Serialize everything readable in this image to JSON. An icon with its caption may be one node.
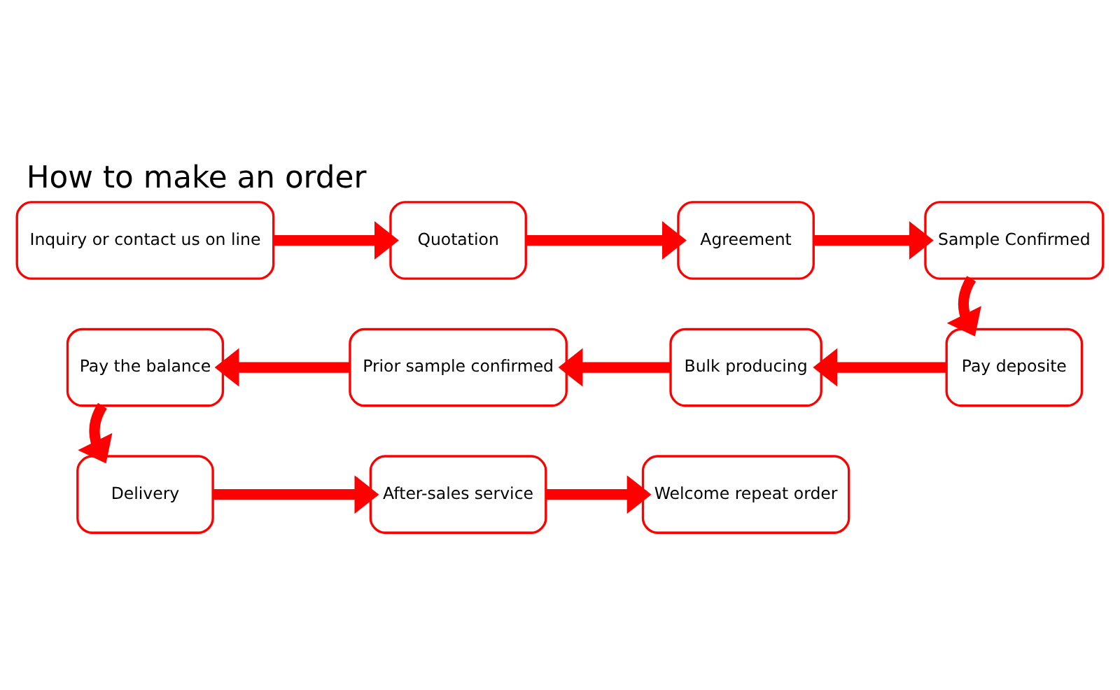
{
  "diagram": {
    "title": "How to make an order",
    "nodes": [
      {
        "text": [
          "Inquiry or contact us on line"
        ]
      },
      {
        "text": [
          "Quotation"
        ]
      },
      {
        "text": [
          "Agreement"
        ]
      },
      {
        "text": [
          "Sample Confirmed"
        ]
      },
      {
        "text": [
          "Pay deposite"
        ]
      },
      {
        "text": [
          "Bulk producing"
        ]
      },
      {
        "text": [
          "Prior sample confirmed"
        ]
      },
      {
        "text": [
          "Pay the balance"
        ]
      },
      {
        "text": [
          "Delivery"
        ]
      },
      {
        "text": [
          "After-sales service"
        ]
      },
      {
        "text": [
          "Welcome repeat order"
        ]
      }
    ],
    "edges": [
      {
        "from": 0,
        "to": 1,
        "arrow": "to"
      },
      {
        "from": 1,
        "to": 2,
        "arrow": "to"
      },
      {
        "from": 2,
        "to": 3,
        "arrow": "to"
      },
      {
        "from": 3,
        "to": 4,
        "arrow": "to"
      },
      {
        "from": 4,
        "to": 5,
        "arrow": "to"
      },
      {
        "from": 5,
        "to": 6,
        "arrow": "to"
      },
      {
        "from": 6,
        "to": 7,
        "arrow": "to"
      },
      {
        "from": 7,
        "to": 8,
        "arrow": "to"
      },
      {
        "from": 8,
        "to": 9,
        "arrow": "to"
      },
      {
        "from": 9,
        "to": 10,
        "arrow": "to"
      }
    ]
  }
}
